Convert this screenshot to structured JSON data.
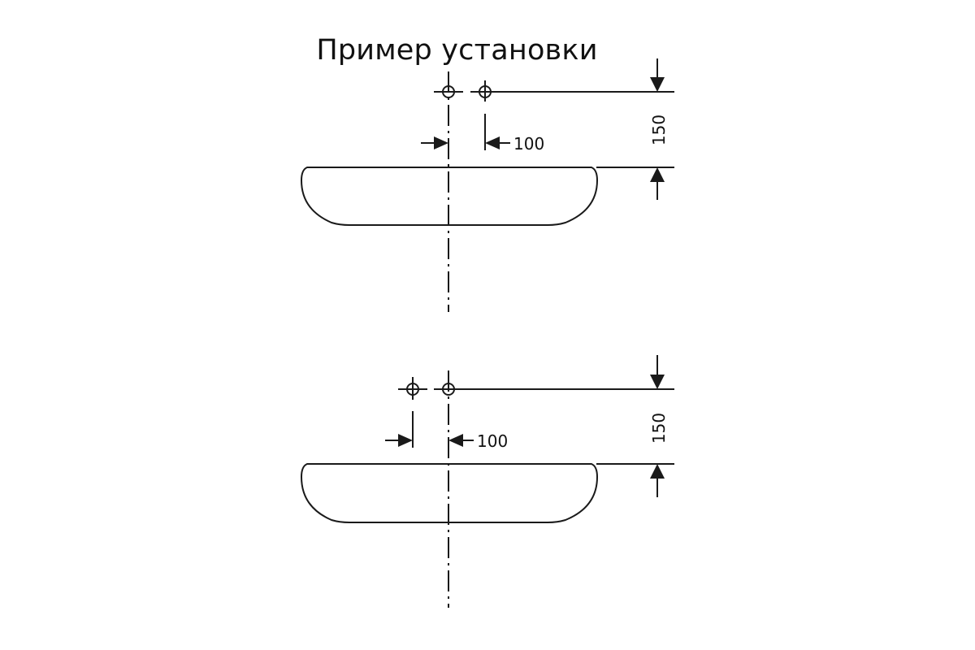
{
  "title": "Пример установки",
  "diagrams": [
    {
      "horizontal_dimension": "100",
      "vertical_dimension": "150"
    },
    {
      "horizontal_dimension": "100",
      "vertical_dimension": "150"
    }
  ]
}
